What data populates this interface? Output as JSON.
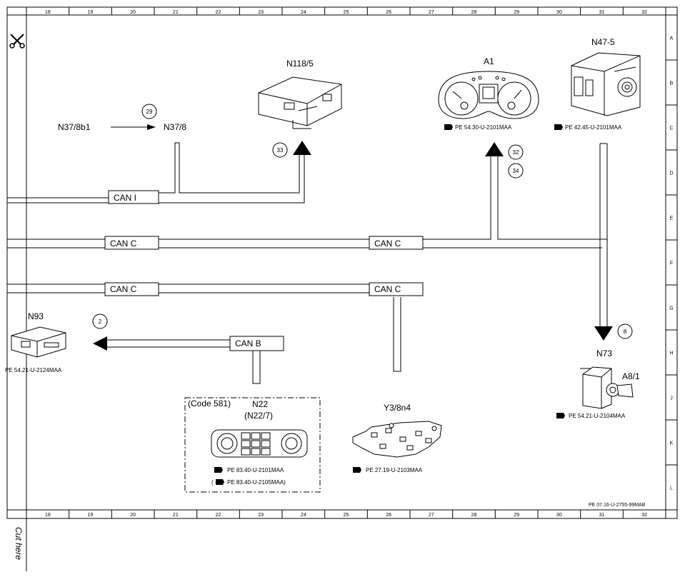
{
  "grid": {
    "columns": [
      "18",
      "19",
      "20",
      "21",
      "22",
      "23",
      "24",
      "25",
      "26",
      "27",
      "28",
      "29",
      "30",
      "31",
      "32"
    ],
    "rows": [
      "A",
      "B",
      "C",
      "D",
      "E",
      "F",
      "G",
      "H",
      "J",
      "K",
      "L"
    ]
  },
  "cut_text": "Cut here",
  "drawing_id": "PE 07.16-U-2755-99MAB",
  "components": {
    "n118": {
      "label": "N118/5"
    },
    "a1": {
      "label": "A1",
      "ref": "PE 54.30-U-2101MAA"
    },
    "n47": {
      "label": "N47-5",
      "ref": "PE 42.45-U-2101MAA"
    },
    "n37_source": {
      "label": "N37/8b1"
    },
    "n37_target": {
      "label": "N37/8"
    },
    "n93": {
      "label": "N93",
      "ref": "PE 54.21-U-2124MAA"
    },
    "n22": {
      "code": "(Code 581)",
      "label": "N22",
      "sublabel": "(N22/7)",
      "ref1": "PE 83.40-U-2101MAA",
      "ref2_open": "(",
      "ref2": "PE 83.40-U-2105MAA)"
    },
    "y3": {
      "label": "Y3/8n4",
      "ref": "PE 27.19-U-2103MAA"
    },
    "n73": {
      "label": "N73"
    },
    "a8": {
      "label": "A8/1",
      "ref": "PE 54.21-U-2104MAA"
    }
  },
  "buses": {
    "can_i": "CAN I",
    "can_c1": "CAN C",
    "can_c2": "CAN C",
    "can_c3": "CAN C",
    "can_c4": "CAN C",
    "can_b": "CAN B"
  },
  "markers": {
    "m29": "29",
    "m33": "33",
    "m32": "32",
    "m34": "34",
    "m2": "2",
    "m8": "8"
  }
}
